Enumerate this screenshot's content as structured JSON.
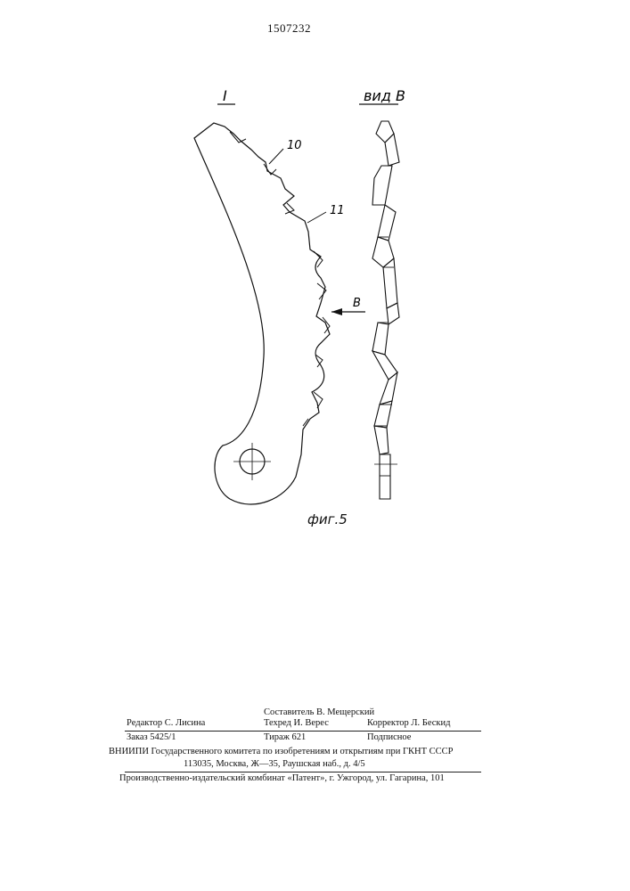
{
  "document": {
    "patent_number": "1507232",
    "figure": {
      "section_label": "I",
      "view_label": "вид В",
      "arrow_label": "В",
      "callouts": [
        "10",
        "11"
      ],
      "caption": "фиг.5"
    },
    "imprint": {
      "compiler": "Составитель В. Мещерский",
      "editor": "Редактор С. Лисина",
      "techred": "Техред И. Верес",
      "corrector": "Корректор Л. Бескид",
      "order": "Заказ 5425/1",
      "circulation": "Тираж 621",
      "subscription": "Подписное",
      "institute": "ВНИИПИ Государственного комитета по изобретениям и открытиям при ГКНТ СССР",
      "address": "113035, Москва, Ж—35, Раушская наб., д. 4/5",
      "publisher": "Производственно-издательский комбинат «Патент», г. Ужгород, ул. Гагарина, 101"
    }
  }
}
